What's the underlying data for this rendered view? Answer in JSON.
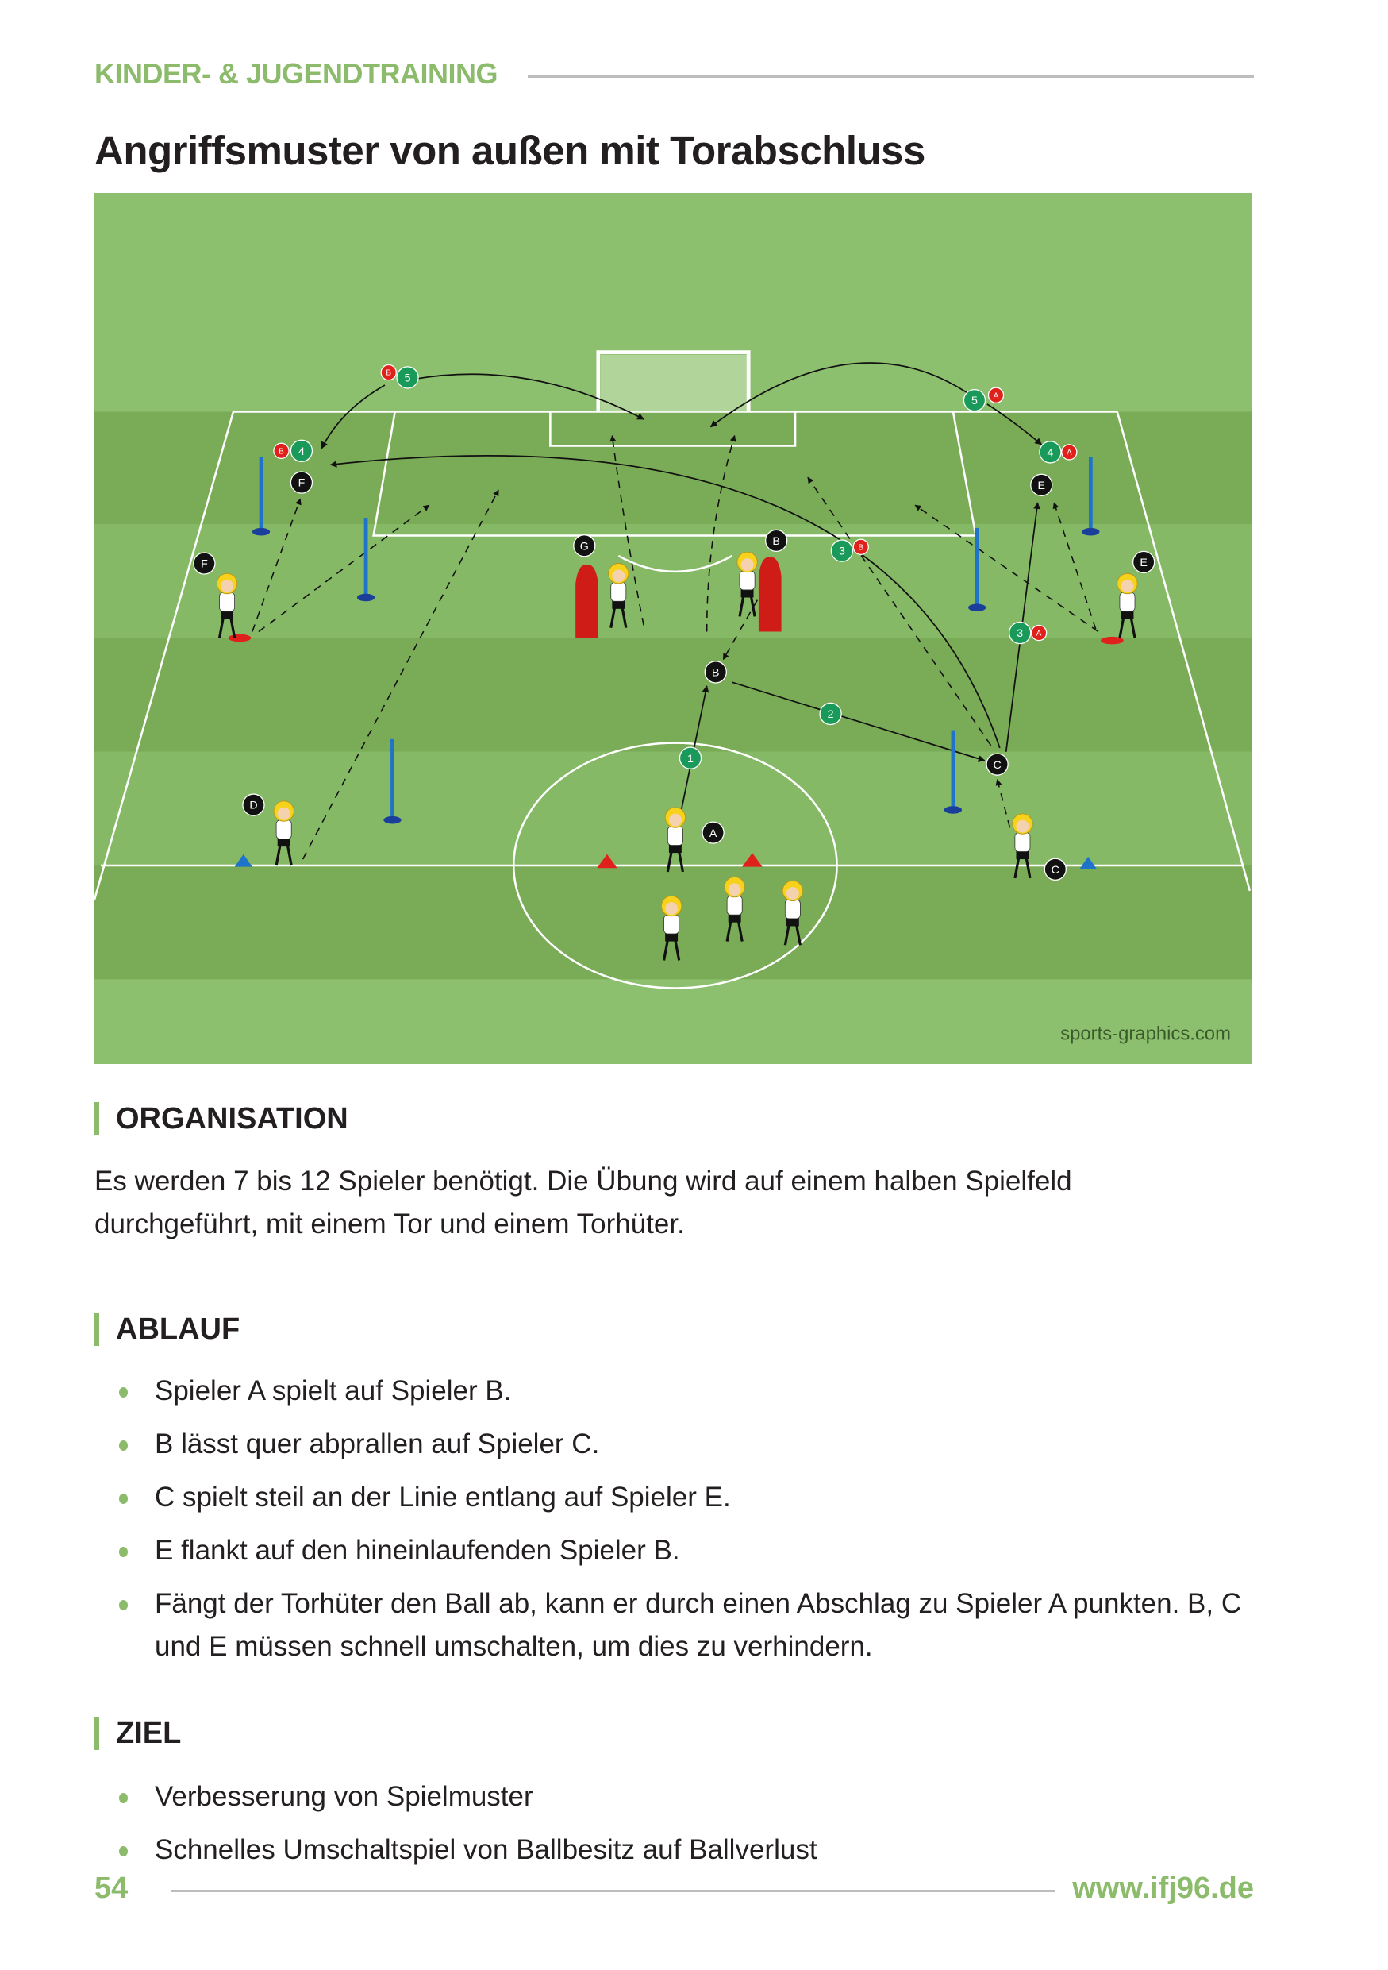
{
  "header": {
    "kicker": "KINDER- & JUGENDTRAINING",
    "title": "Angriffsmuster von außen mit Torabschluss"
  },
  "diagram": {
    "watermark": "sports-graphics.com",
    "player_markers": [
      "F",
      "F",
      "G",
      "B",
      "E",
      "E",
      "B",
      "C",
      "D",
      "A",
      "C"
    ],
    "pass_numbers": [
      "5",
      "4",
      "5",
      "4",
      "3",
      "3",
      "2",
      "1"
    ],
    "pass_players": [
      "B",
      "B",
      "A",
      "A",
      "B",
      "A"
    ],
    "colors": {
      "grass_light": "#8cbf6e",
      "grass_dark": "#7aac57",
      "pass_green": "#1a9a5a",
      "red": "#e0201b"
    }
  },
  "organisation": {
    "heading": "ORGANISATION",
    "lines": [
      "Es werden 7 bis 12 Spieler benötigt. Die Übung wird auf einem halben Spielfeld",
      "durchgeführt, mit einem Tor und einem Torhüter."
    ]
  },
  "ablauf": {
    "heading": "ABLAUF",
    "items": [
      "Spieler A spielt auf Spieler B.",
      "B lässt quer abprallen auf Spieler C.",
      "C spielt steil an der Linie entlang auf Spieler E.",
      "E flankt auf den hineinlaufenden Spieler B.",
      "Fängt der Torhüter den Ball ab, kann er durch einen Abschlag zu Spieler A punkten. B, C und E müssen schnell umschalten, um dies zu verhindern."
    ]
  },
  "ziel": {
    "heading": "ZIEL",
    "items": [
      "Verbesserung von Spielmuster",
      "Schnelles Umschaltspiel von Ballbesitz auf Ballverlust"
    ]
  },
  "footer": {
    "page": "54",
    "site": "www.ifj96.de"
  }
}
